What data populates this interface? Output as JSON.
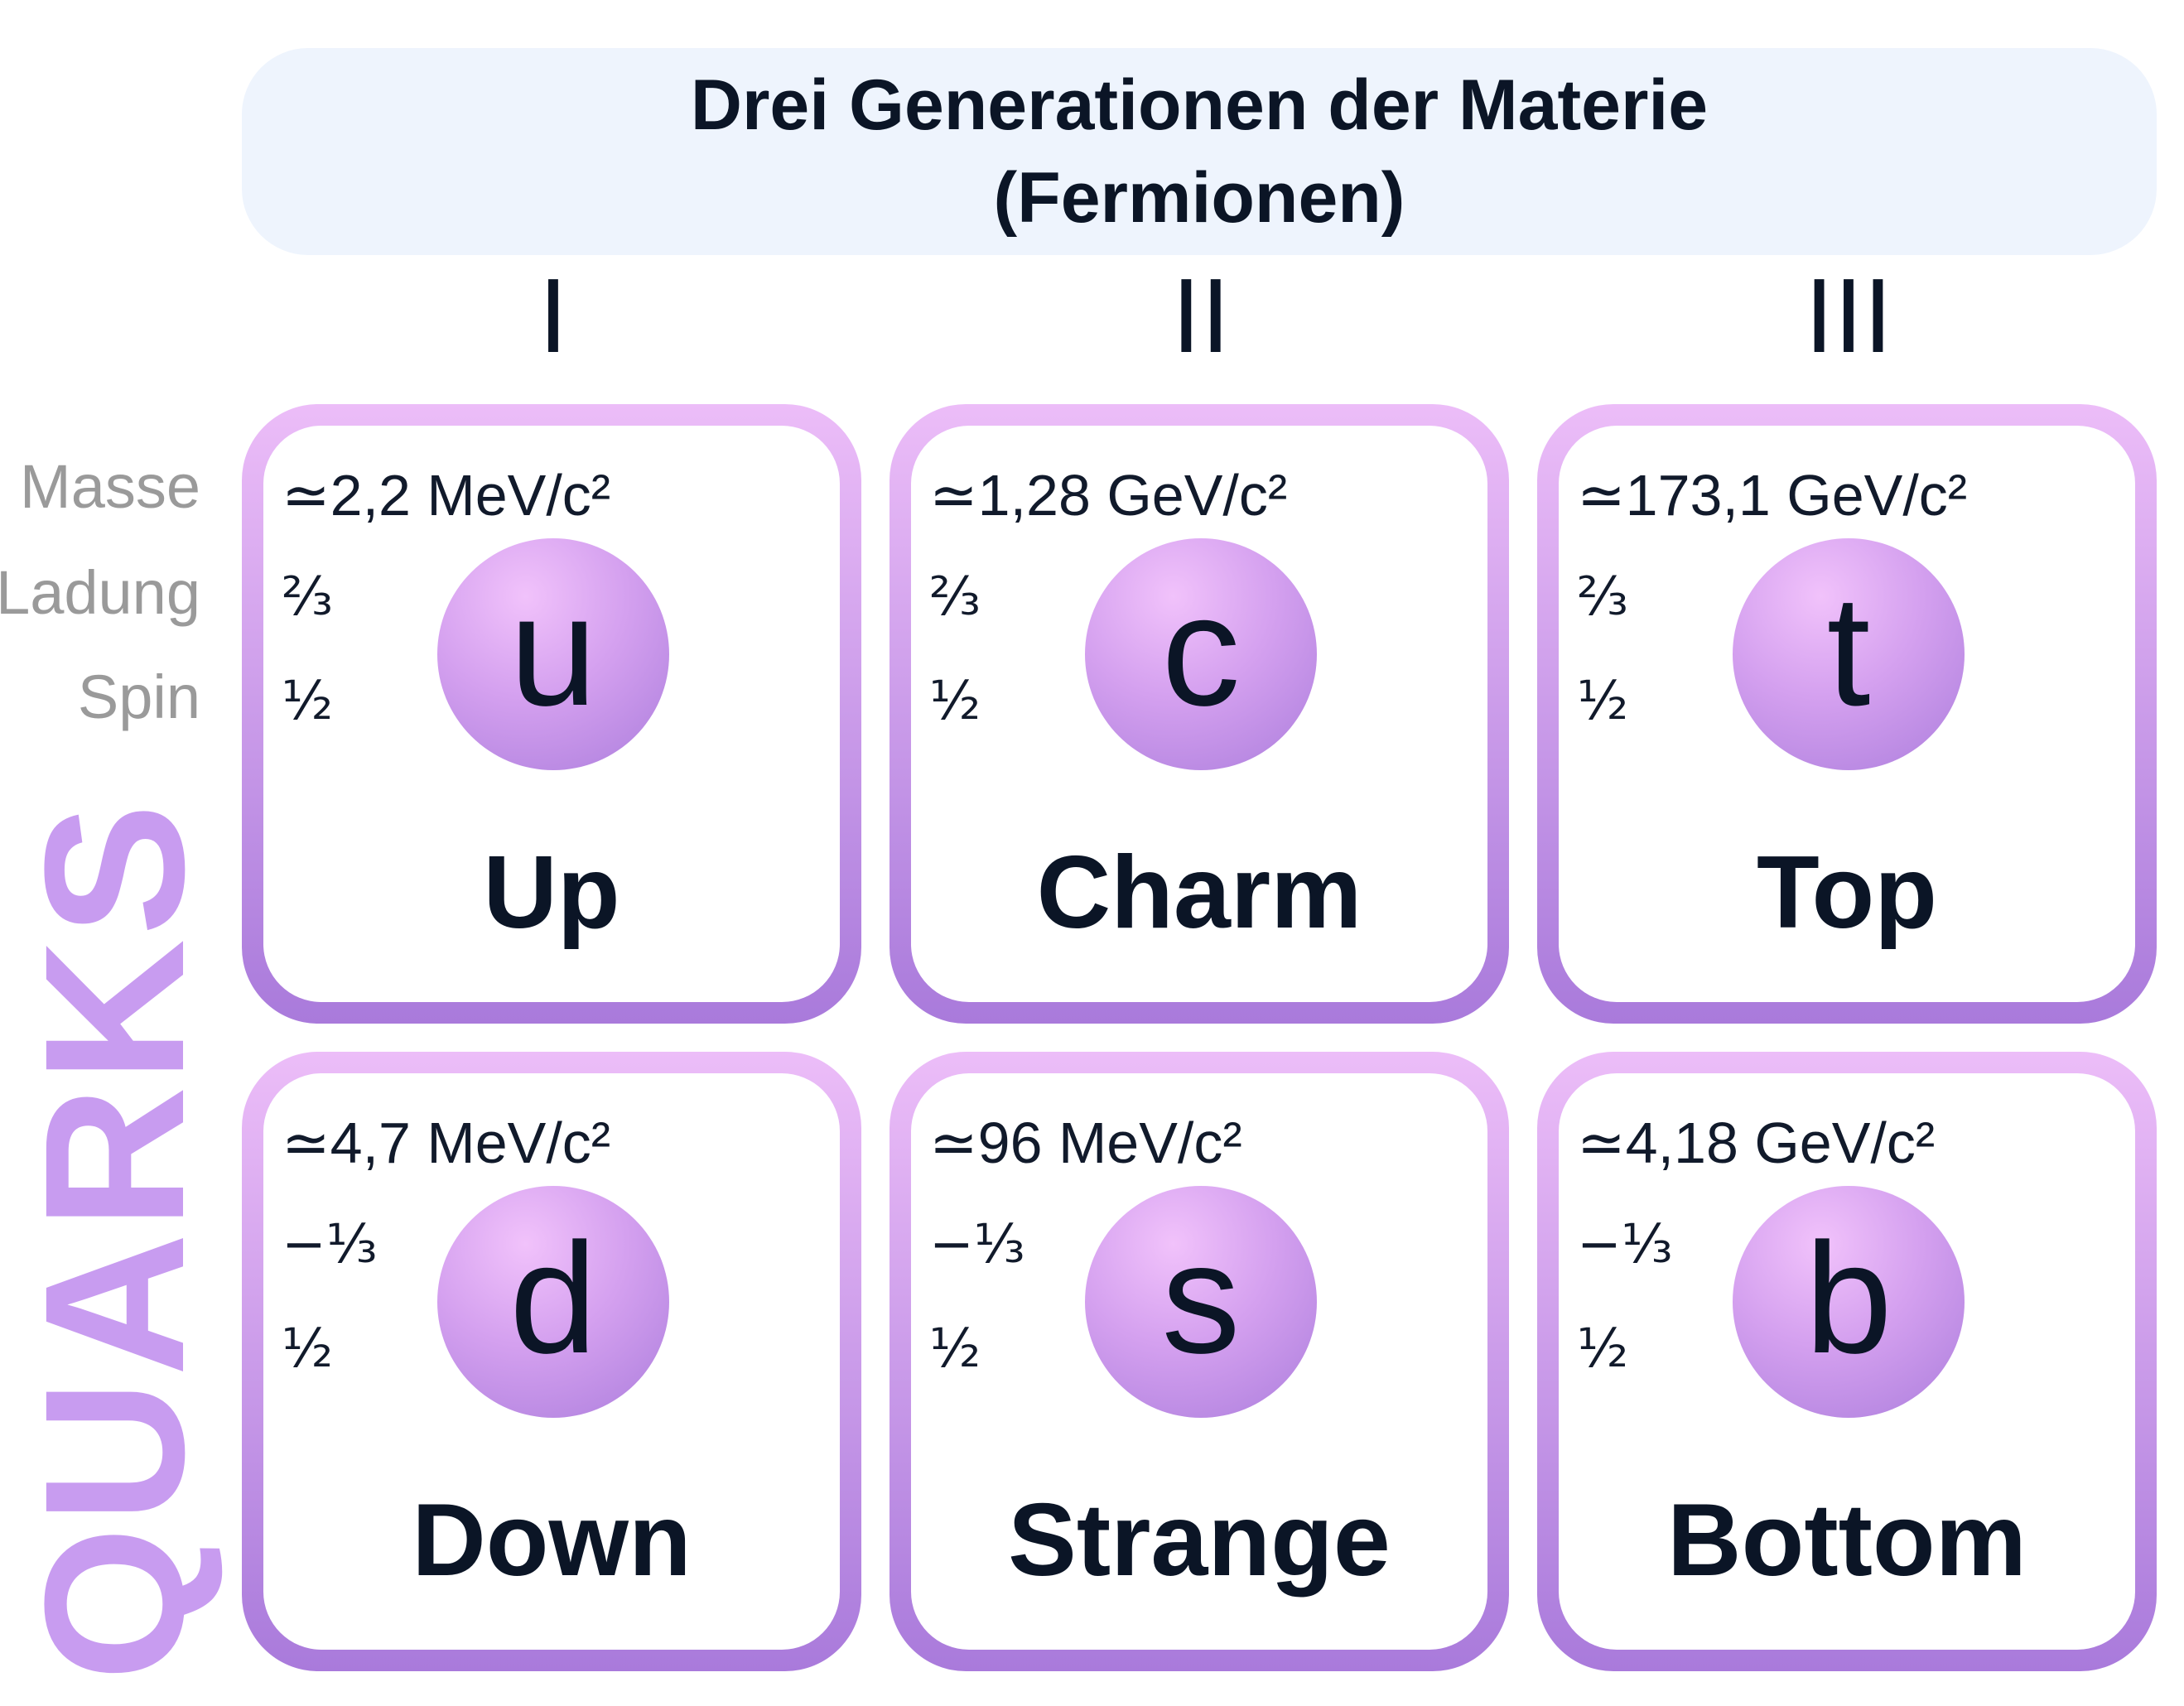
{
  "header": {
    "title_line1": "Drei Generationen der Materie",
    "title_line2": "(Fermionen)"
  },
  "generations": [
    "I",
    "II",
    "III"
  ],
  "row_labels": {
    "mass": "Masse",
    "charge": "Ladung",
    "spin": "Spin"
  },
  "category": "QUARKS",
  "colors": {
    "accent": "#c89cf0",
    "card_top": "#ecbdf8",
    "card_bottom": "#a97adb",
    "header_bg": "#eef4fd"
  },
  "particles": [
    {
      "mass": "≃2,2 MeV/c²",
      "charge": "⅔",
      "spin": "½",
      "symbol": "u",
      "name": "Up"
    },
    {
      "mass": "≃1,28 GeV/c²",
      "charge": "⅔",
      "spin": "½",
      "symbol": "c",
      "name": "Charm"
    },
    {
      "mass": "≃173,1 GeV/c²",
      "charge": "⅔",
      "spin": "½",
      "symbol": "t",
      "name": "Top"
    },
    {
      "mass": "≃4,7 MeV/c²",
      "charge": "−⅓",
      "spin": "½",
      "symbol": "d",
      "name": "Down"
    },
    {
      "mass": "≃96 MeV/c²",
      "charge": "−⅓",
      "spin": "½",
      "symbol": "s",
      "name": "Strange"
    },
    {
      "mass": "≃4,18 GeV/c²",
      "charge": "−⅓",
      "spin": "½",
      "symbol": "b",
      "name": "Bottom"
    }
  ]
}
